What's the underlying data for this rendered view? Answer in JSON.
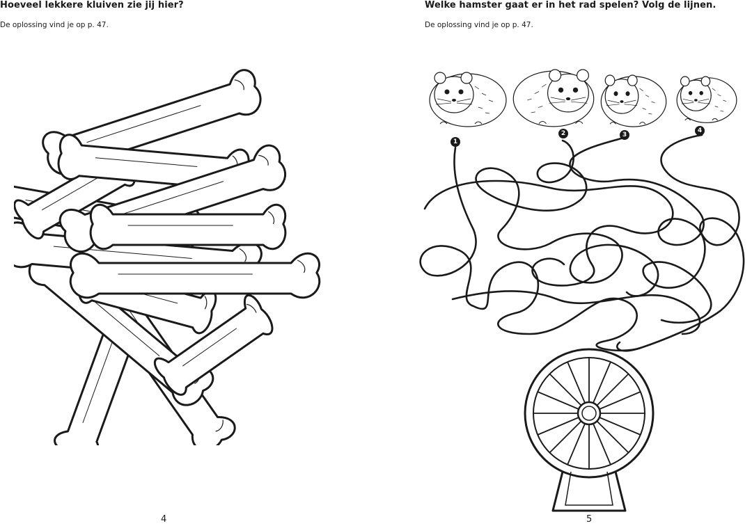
{
  "left_page": {
    "question": "Hoeveel lekkere kluiven zie jij hier?",
    "hint": "De oplossing vind je op p. 47.",
    "page_number": "4",
    "illustration_icon": "bone-pile-icon"
  },
  "right_page": {
    "question": "Welke hamster gaat er in het rad spelen? Volg de lijnen.",
    "hint": "De oplossing vind je op p. 47.",
    "page_number": "5",
    "hamster_icon": "hamster-icon",
    "wheel_icon": "hamster-wheel-icon",
    "start_markers": [
      "1",
      "2",
      "3",
      "4"
    ]
  },
  "colors": {
    "ink": "#1a1a1a",
    "paper": "#ffffff"
  }
}
